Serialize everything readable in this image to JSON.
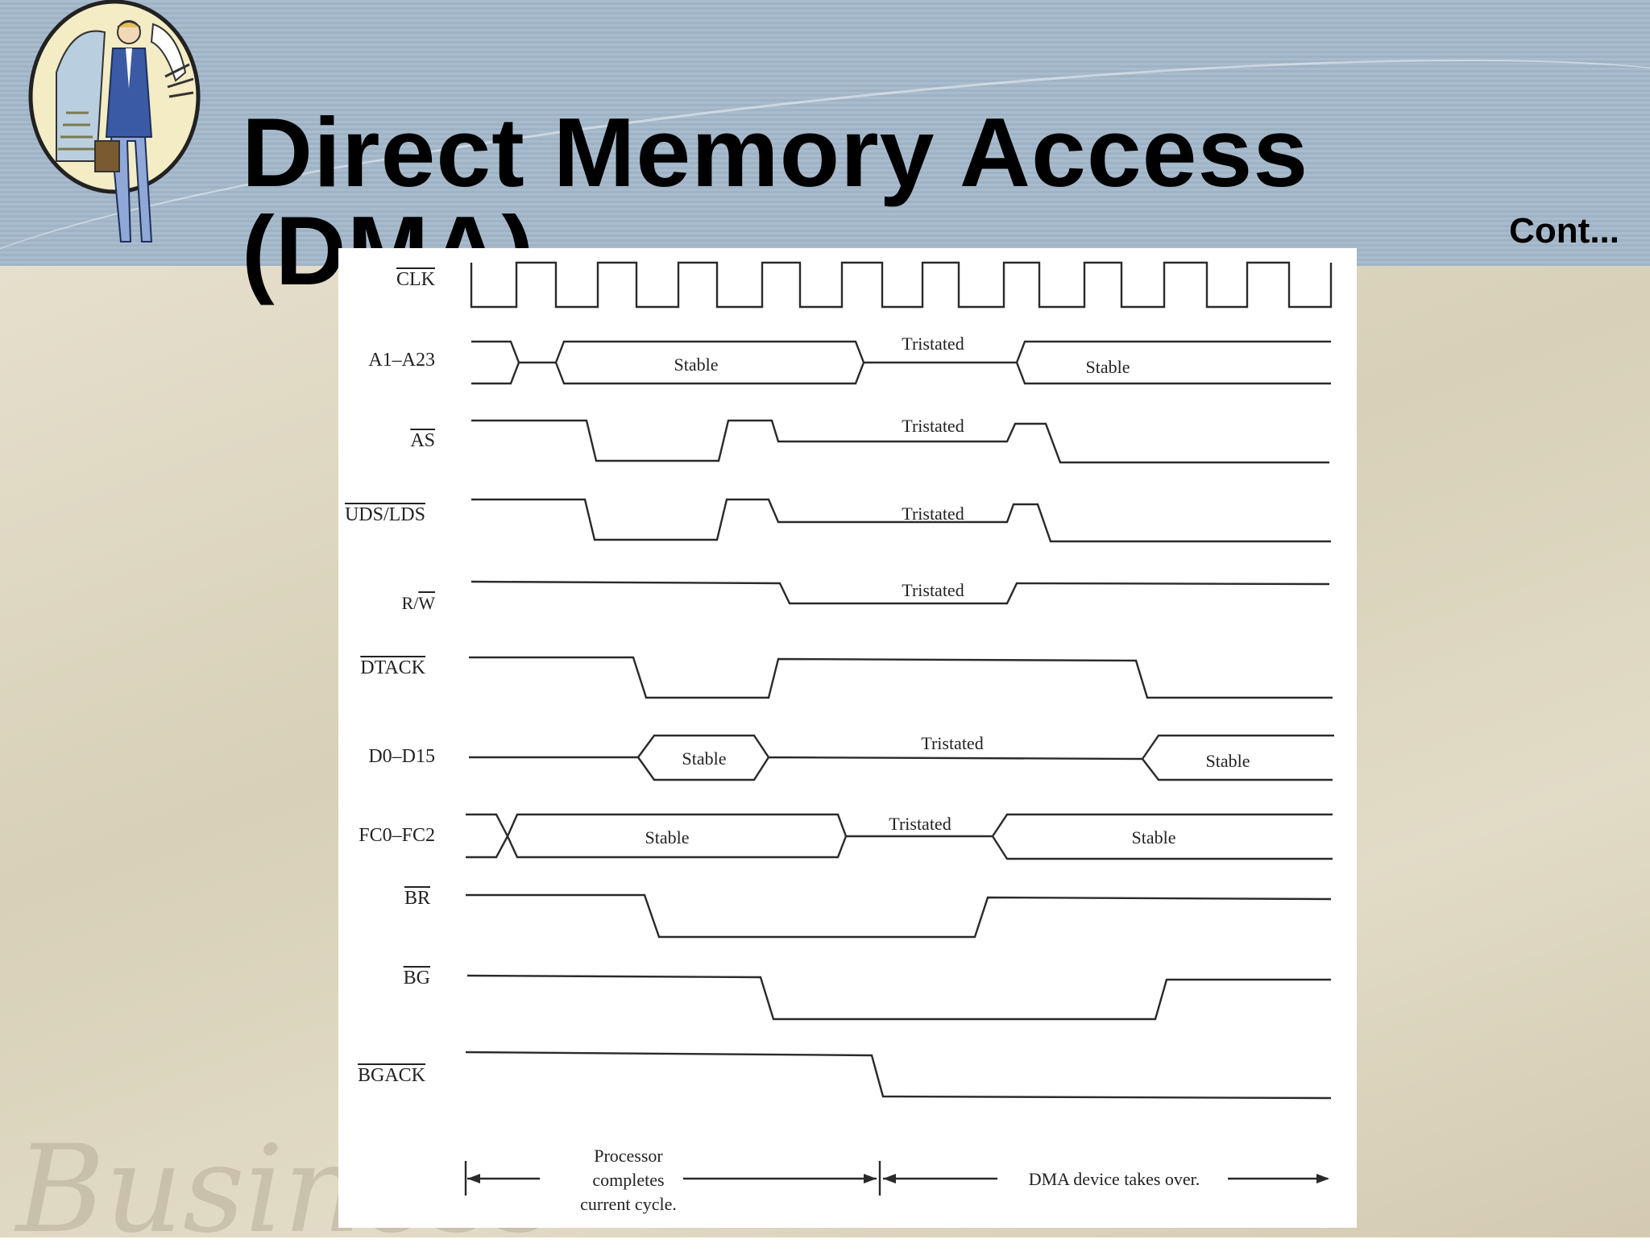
{
  "slide": {
    "title": "Direct Memory Access (DMA)",
    "subtitle": "Cont...",
    "watermark": "Business"
  },
  "signals": {
    "clk": "CLK",
    "addr": "A1–A23",
    "as": "AS",
    "uds_lds": "UDS/LDS",
    "rw_r": "R/",
    "rw_w": "W",
    "dtack": "DTACK",
    "data": "D0–D15",
    "fc": "FC0–FC2",
    "br": "BR",
    "bg": "BG",
    "bgack": "BGACK"
  },
  "states": {
    "stable": "Stable",
    "tristated": "Tristated"
  },
  "phases": {
    "processor_line1": "Processor",
    "processor_line2": "completes",
    "processor_line3": "current cycle.",
    "dma": "DMA device takes over."
  },
  "colors": {
    "ink": "#2a2a2a"
  }
}
